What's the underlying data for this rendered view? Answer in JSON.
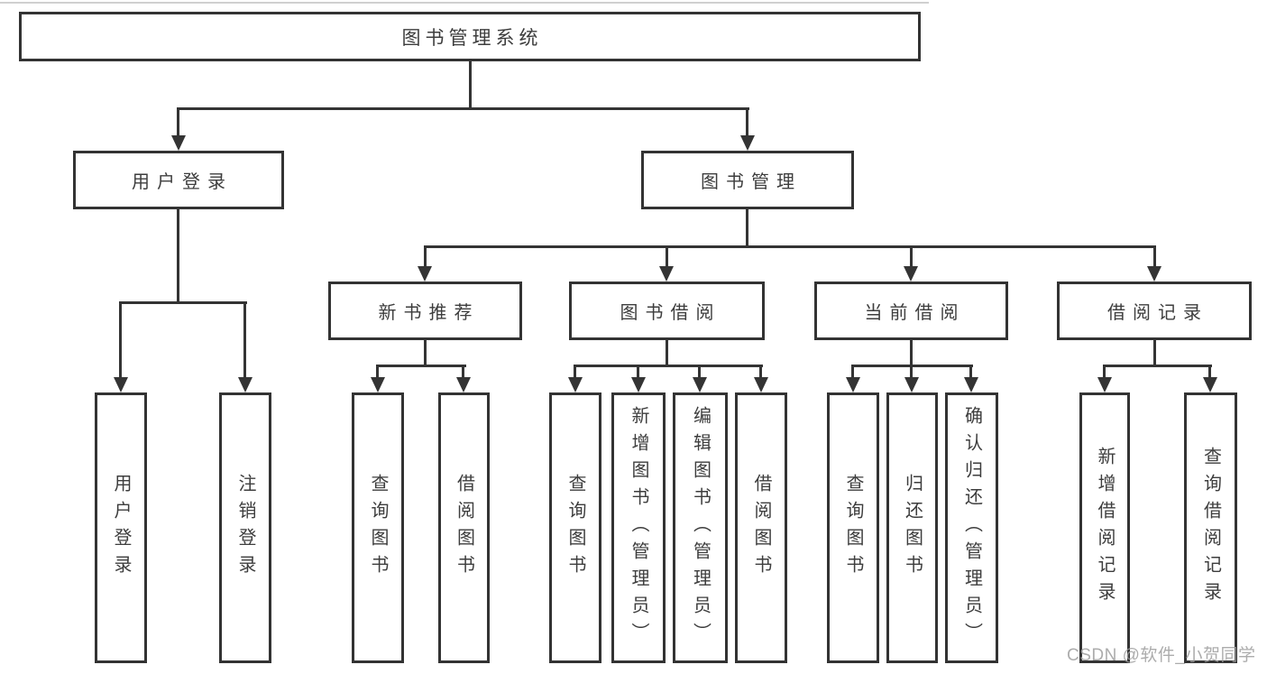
{
  "diagram": {
    "root": {
      "label": "图书管理系统"
    },
    "level2": [
      {
        "label": "用户登录"
      },
      {
        "label": "图书管理"
      }
    ],
    "level3": [
      {
        "label": "新书推荐"
      },
      {
        "label": "图书借阅"
      },
      {
        "label": "当前借阅"
      },
      {
        "label": "借阅记录"
      }
    ],
    "leaves": {
      "user_login": [
        "用户登录",
        "注销登录"
      ],
      "new_book_recommend": [
        "查询图书",
        "借阅图书"
      ],
      "book_borrow": [
        "查询图书",
        "新增图书（管理员）",
        "编辑图书（管理员）",
        "借阅图书"
      ],
      "current_borrow": [
        "查询图书",
        "归还图书",
        "确认归还（管理员）"
      ],
      "borrow_records": [
        "新增借阅记录",
        "查询借阅记录"
      ]
    },
    "watermark": "CSDN @软件_小贺同学",
    "colors": {
      "line": "#343434",
      "box_border": "#333333",
      "text": "#3d3d3d",
      "background": "#ffffff",
      "watermark": "#9e9e9e"
    }
  }
}
